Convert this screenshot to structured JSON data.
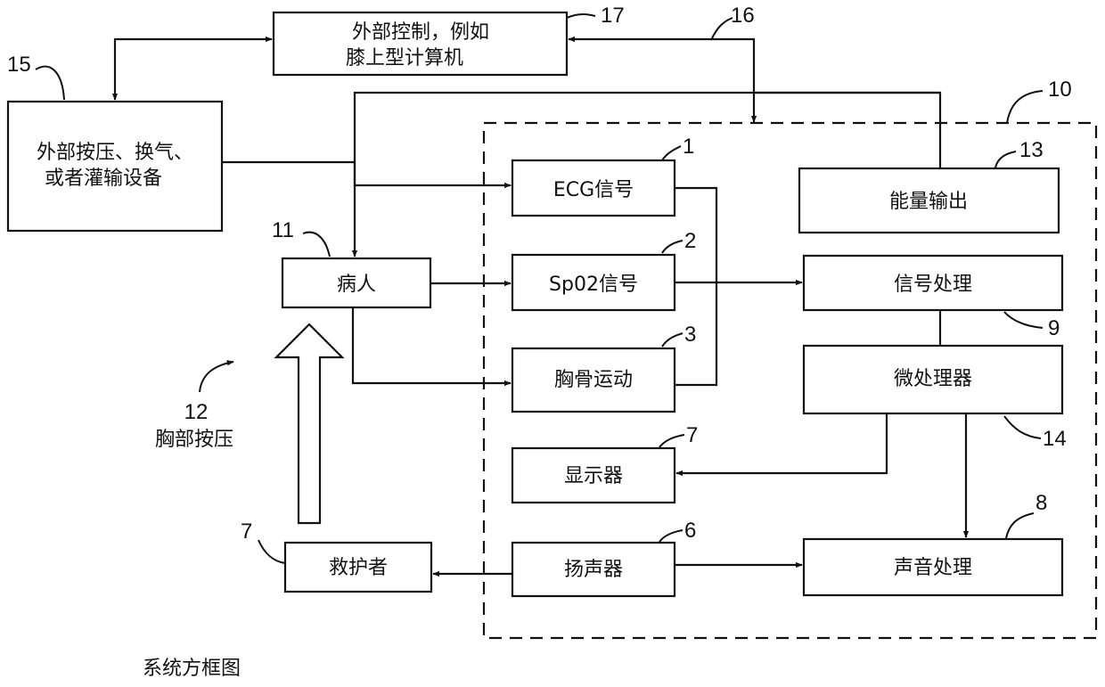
{
  "boxes": {
    "external_control": [
      "外部控制，例如",
      "膝上型计算机"
    ],
    "external_device": [
      "外部按压、换气、",
      "或者灌输设备"
    ],
    "patient": "病人",
    "ecg_signal": "ECG信号",
    "spo2_signal": "Sp02信号",
    "sternum_motion": "胸骨运动",
    "display": "显示器",
    "speaker": "扬声器",
    "rescuer": "救护者",
    "energy_output": "能量输出",
    "signal_processing": "信号处理",
    "microprocessor": "微处理器",
    "sound_processing": "声音处理"
  },
  "chest_compression": {
    "number": "12",
    "label": "胸部按压"
  },
  "ref_numbers": {
    "n1": "1",
    "n2": "2",
    "n3": "3",
    "n6": "6",
    "n7_display": "7",
    "n7_rescuer": "7",
    "n8": "8",
    "n9": "9",
    "n10": "10",
    "n11": "11",
    "n13": "13",
    "n14": "14",
    "n15": "15",
    "n16": "16",
    "n17": "17"
  },
  "caption": "系统方框图"
}
